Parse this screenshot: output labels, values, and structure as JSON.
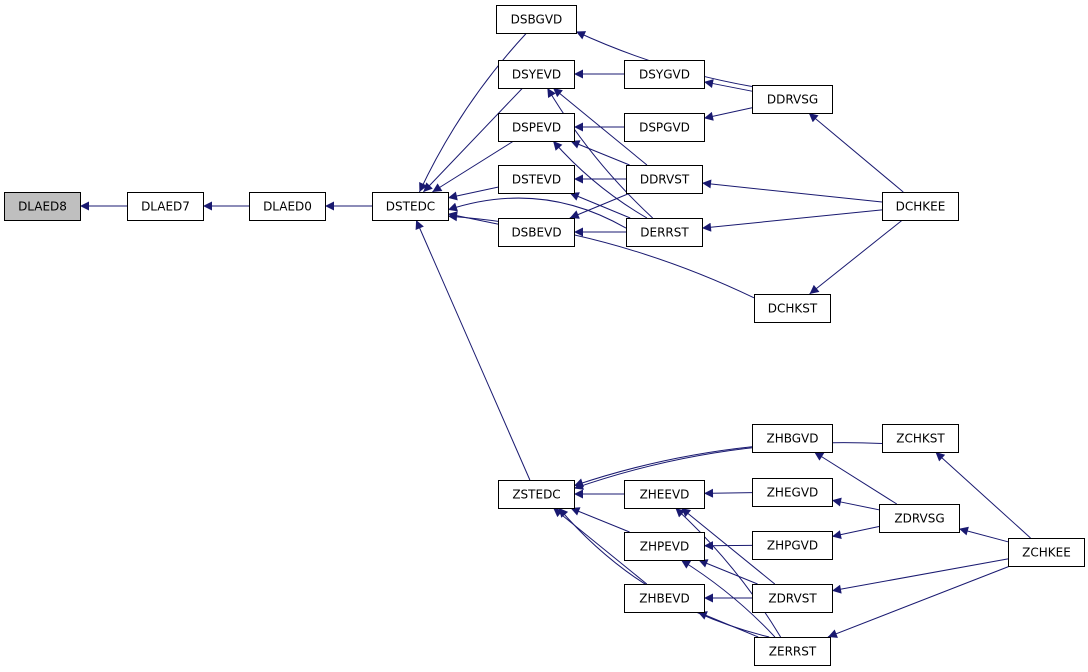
{
  "diagram": {
    "nodes": [
      {
        "id": "DLAED8",
        "label": "DLAED8",
        "root": true
      },
      {
        "id": "DLAED7",
        "label": "DLAED7"
      },
      {
        "id": "DLAED0",
        "label": "DLAED0"
      },
      {
        "id": "DSTEDC",
        "label": "DSTEDC"
      },
      {
        "id": "DSBGVD",
        "label": "DSBGVD"
      },
      {
        "id": "DSYEVD",
        "label": "DSYEVD"
      },
      {
        "id": "DSPEVD",
        "label": "DSPEVD"
      },
      {
        "id": "DSTEVD",
        "label": "DSTEVD"
      },
      {
        "id": "DSBEVD",
        "label": "DSBEVD"
      },
      {
        "id": "DSYGVD",
        "label": "DSYGVD"
      },
      {
        "id": "DSPGVD",
        "label": "DSPGVD"
      },
      {
        "id": "DDRVST",
        "label": "DDRVST"
      },
      {
        "id": "DERRST",
        "label": "DERRST"
      },
      {
        "id": "DDRVSG",
        "label": "DDRVSG"
      },
      {
        "id": "DCHKEE",
        "label": "DCHKEE"
      },
      {
        "id": "DCHKST",
        "label": "DCHKST"
      },
      {
        "id": "ZSTEDC",
        "label": "ZSTEDC"
      },
      {
        "id": "ZHEEVD",
        "label": "ZHEEVD"
      },
      {
        "id": "ZHPEVD",
        "label": "ZHPEVD"
      },
      {
        "id": "ZHBEVD",
        "label": "ZHBEVD"
      },
      {
        "id": "ZHBGVD",
        "label": "ZHBGVD"
      },
      {
        "id": "ZHEGVD",
        "label": "ZHEGVD"
      },
      {
        "id": "ZHPGVD",
        "label": "ZHPGVD"
      },
      {
        "id": "ZDRVST",
        "label": "ZDRVST"
      },
      {
        "id": "ZERRST",
        "label": "ZERRST"
      },
      {
        "id": "ZCHKST",
        "label": "ZCHKST"
      },
      {
        "id": "ZDRVSG",
        "label": "ZDRVSG"
      },
      {
        "id": "ZCHKEE",
        "label": "ZCHKEE"
      }
    ],
    "edges": [
      [
        "DLAED7",
        "DLAED8"
      ],
      [
        "DLAED0",
        "DLAED7"
      ],
      [
        "DSTEDC",
        "DLAED0"
      ],
      [
        "DSBGVD",
        "DSTEDC"
      ],
      [
        "DSYEVD",
        "DSTEDC"
      ],
      [
        "DSPEVD",
        "DSTEDC"
      ],
      [
        "DSTEVD",
        "DSTEDC"
      ],
      [
        "DSBEVD",
        "DSTEDC"
      ],
      [
        "DERRST",
        "DSTEDC"
      ],
      [
        "DCHKST",
        "DSTEDC"
      ],
      [
        "ZSTEDC",
        "DSTEDC"
      ],
      [
        "DDRVSG",
        "DSBGVD"
      ],
      [
        "DSYGVD",
        "DSYEVD"
      ],
      [
        "DDRVST",
        "DSYEVD"
      ],
      [
        "DERRST",
        "DSYEVD"
      ],
      [
        "DSPGVD",
        "DSPEVD"
      ],
      [
        "DDRVST",
        "DSPEVD"
      ],
      [
        "DERRST",
        "DSPEVD"
      ],
      [
        "DDRVST",
        "DSTEVD"
      ],
      [
        "DERRST",
        "DSTEVD"
      ],
      [
        "DDRVST",
        "DSBEVD"
      ],
      [
        "DERRST",
        "DSBEVD"
      ],
      [
        "DDRVSG",
        "DSYGVD"
      ],
      [
        "DDRVSG",
        "DSPGVD"
      ],
      [
        "DCHKEE",
        "DDRVSG"
      ],
      [
        "DCHKEE",
        "DDRVST"
      ],
      [
        "DCHKEE",
        "DERRST"
      ],
      [
        "DCHKEE",
        "DCHKST"
      ],
      [
        "ZHEEVD",
        "ZSTEDC"
      ],
      [
        "ZHPEVD",
        "ZSTEDC"
      ],
      [
        "ZHBEVD",
        "ZSTEDC"
      ],
      [
        "ZHBGVD",
        "ZSTEDC"
      ],
      [
        "ZCHKST",
        "ZSTEDC"
      ],
      [
        "ZERRST",
        "ZSTEDC"
      ],
      [
        "ZHEGVD",
        "ZHEEVD"
      ],
      [
        "ZDRVST",
        "ZHEEVD"
      ],
      [
        "ZERRST",
        "ZHEEVD"
      ],
      [
        "ZHPGVD",
        "ZHPEVD"
      ],
      [
        "ZDRVST",
        "ZHPEVD"
      ],
      [
        "ZERRST",
        "ZHPEVD"
      ],
      [
        "ZDRVST",
        "ZHBEVD"
      ],
      [
        "ZERRST",
        "ZHBEVD"
      ],
      [
        "ZDRVSG",
        "ZHBGVD"
      ],
      [
        "ZDRVSG",
        "ZHEGVD"
      ],
      [
        "ZDRVSG",
        "ZHPGVD"
      ],
      [
        "ZCHKEE",
        "ZDRVSG"
      ],
      [
        "ZCHKEE",
        "ZDRVST"
      ],
      [
        "ZCHKEE",
        "ZERRST"
      ],
      [
        "ZCHKEE",
        "ZCHKST"
      ]
    ]
  }
}
